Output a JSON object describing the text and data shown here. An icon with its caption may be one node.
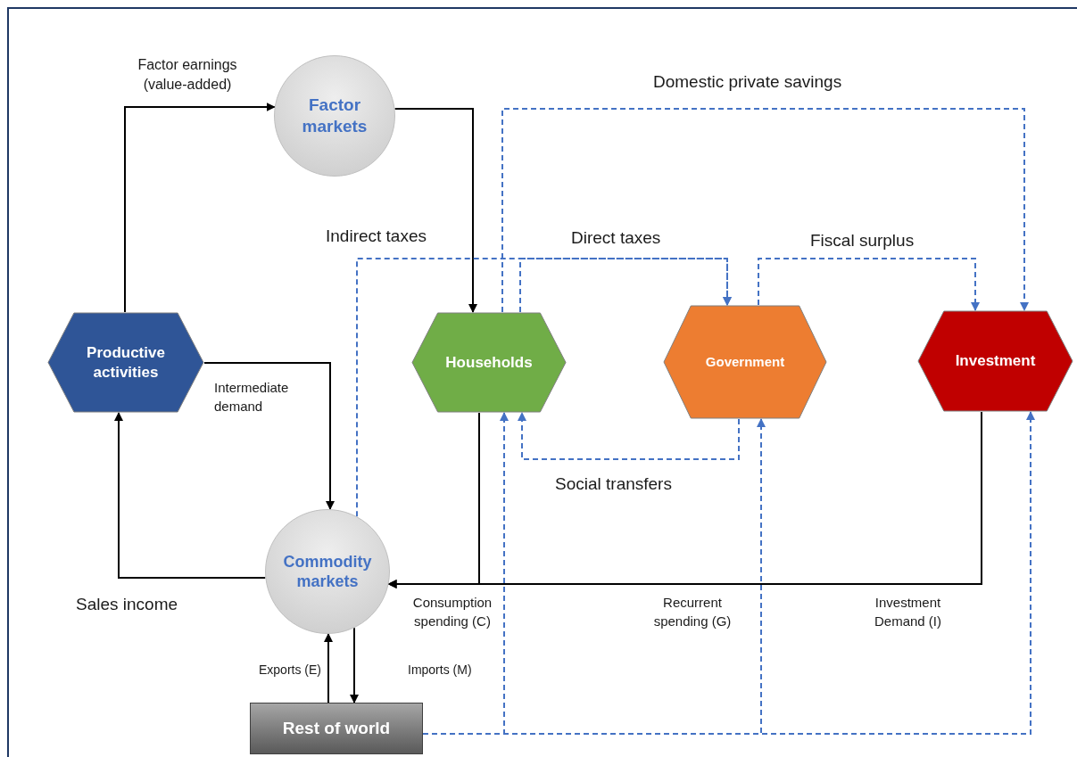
{
  "diagram": {
    "nodes": [
      {
        "text": [
          "Factor markets"
        ]
      },
      {
        "text": [
          "Productive activities"
        ]
      },
      {
        "text": [
          "Households"
        ]
      },
      {
        "text": [
          "Government"
        ]
      },
      {
        "text": [
          "Investment"
        ]
      },
      {
        "text": [
          "Commodity markets"
        ]
      },
      {
        "text": [
          "Rest of world"
        ]
      }
    ],
    "edges": [
      {
        "from": 1,
        "to": 0,
        "arrow": "to",
        "label": "Factor earnings (value-added)"
      },
      {
        "from": 0,
        "to": 2,
        "arrow": "to"
      },
      {
        "from": 1,
        "to": 5,
        "arrow": "to",
        "label": "Intermediate demand"
      },
      {
        "from": 5,
        "to": 1,
        "arrow": "to",
        "label": "Sales income"
      },
      {
        "from": 2,
        "to": 5,
        "arrow": "to",
        "label": "Consumption spending (C)"
      },
      {
        "from": 4,
        "to": 5,
        "arrow": "to",
        "label": "Investment Demand (I)"
      },
      {
        "from": 6,
        "to": 5,
        "arrow": "to",
        "label": "Exports (E)"
      },
      {
        "from": 5,
        "to": 6,
        "arrow": "to",
        "label": "Imports (M)"
      },
      {
        "from": 5,
        "to": 3,
        "arrow": "to",
        "label": "Indirect taxes",
        "style": "dashed",
        "color": "#4472c4"
      },
      {
        "from": 2,
        "to": 3,
        "arrow": "to",
        "label": "Direct taxes",
        "style": "dashed",
        "color": "#4472c4"
      },
      {
        "from": 2,
        "to": 4,
        "arrow": "to",
        "label": "Domestic private savings",
        "style": "dashed",
        "color": "#4472c4"
      },
      {
        "from": 3,
        "to": 4,
        "arrow": "to",
        "label": "Fiscal surplus",
        "style": "dashed",
        "color": "#4472c4"
      },
      {
        "from": 3,
        "to": 2,
        "arrow": "to",
        "label": "Social transfers",
        "style": "dashed",
        "color": "#4472c4"
      },
      {
        "from": 6,
        "to": 2,
        "arrow": "to",
        "style": "dashed",
        "color": "#4472c4"
      },
      {
        "from": 6,
        "to": 3,
        "arrow": "to",
        "style": "dashed",
        "color": "#4472c4"
      },
      {
        "from": 6,
        "to": 4,
        "arrow": "to",
        "style": "dashed",
        "color": "#4472c4"
      }
    ],
    "labels": [
      "Recurrent spending (G)"
    ]
  }
}
